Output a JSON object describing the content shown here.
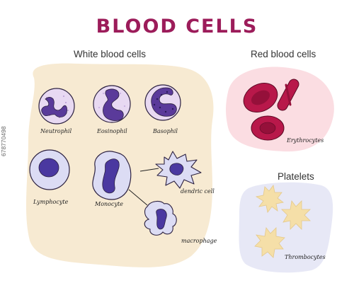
{
  "title": "BLOOD CELLS",
  "sections": {
    "white": "White blood cells",
    "red": "Red blood cells",
    "platelets": "Platelets"
  },
  "labels": {
    "neutrophil": "Neutrophil",
    "eosinophil": "Eosinophil",
    "basophil": "Basophil",
    "lymphocyte": "Lymphocyte",
    "monocyte": "Monocyte",
    "dendric_cell": "dendric cell",
    "macrophage": "macrophage",
    "erythrocytes": "Erythrocytes",
    "thrombocytes": "Thrombocytes"
  },
  "side_text": "678770498",
  "colors": {
    "title": "#9c1c5a",
    "white_panel": "#f7ead2",
    "red_panel": "#fbdde2",
    "platelet_panel": "#e7e8f6",
    "nucleus": "#5a3a9a",
    "cell_fill": "#e8d9f2",
    "erythrocyte": "#b8184a",
    "platelet": "#f5dfa8"
  }
}
